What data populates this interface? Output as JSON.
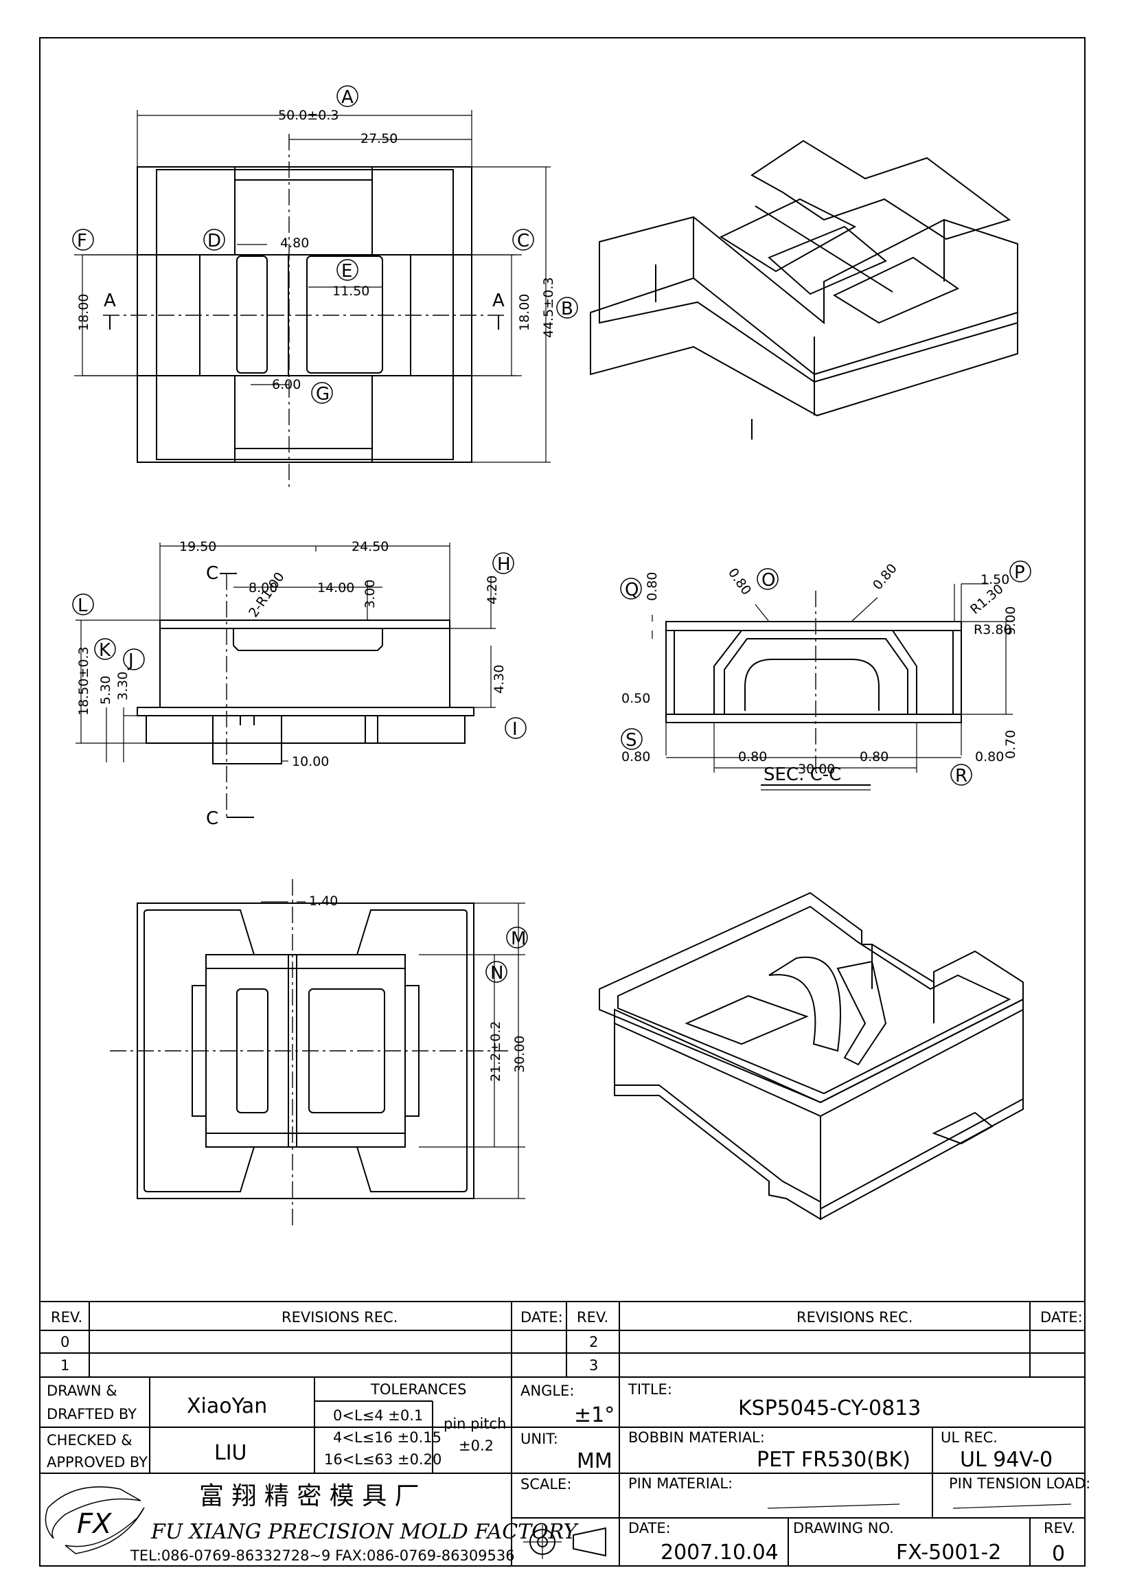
{
  "top_view": {
    "dims": {
      "width": "50.0±0.3",
      "half_offset": "27.50",
      "slot_w": "4.80",
      "center_w": "11.50",
      "left_gap": "6.00",
      "height_left": "18.00",
      "height_right": "18.00",
      "overall_h": "44.5±0.3"
    },
    "section_marks": {
      "left": "A",
      "right": "A"
    },
    "callouts": {
      "a": "A",
      "b": "B",
      "c": "C",
      "d": "D",
      "e": "E",
      "f": "F",
      "g": "G"
    }
  },
  "side_view": {
    "dims": {
      "left_w": "19.50",
      "right_w": "24.50",
      "d800": "8.00",
      "r100": "2-R1.00",
      "d1400": "14.00",
      "d300": "3.00",
      "d420": "4.20",
      "d430": "4.30",
      "height": "18.50±0.3",
      "d530": "5.30",
      "d330": "3.30",
      "d1000": "10.00"
    },
    "section_marks": {
      "top": "C",
      "bottom": "C"
    },
    "callouts": {
      "h": "H",
      "i": "I",
      "j": "J",
      "k": "K",
      "l": "L"
    }
  },
  "section_view": {
    "title": "SEC. C-C",
    "dims": {
      "q080": "0.80",
      "o080": "0.80",
      "r080": "0.80",
      "p150": "1.50",
      "r130": "R1.30",
      "r380": "R3.80",
      "d900": "9.00",
      "d050": "0.50",
      "s080": "0.80",
      "b080a": "0.80",
      "width30": "30.00",
      "b080b": "0.80",
      "b080c": "0.80",
      "d070": "0.70"
    },
    "callouts": {
      "o": "O",
      "p": "P",
      "q": "Q",
      "r": "R",
      "s": "S"
    }
  },
  "bottom_view": {
    "dims": {
      "d140": "1.40",
      "d212": "21.2±0.2",
      "d3000": "30.00"
    },
    "callouts": {
      "m": "M",
      "n": "N"
    }
  },
  "title_block": {
    "rev_header": "REV.",
    "revisions_header": "REVISIONS   REC.",
    "date_header": "DATE:",
    "rev_rows": [
      "0",
      "1"
    ],
    "rev_rows_right": [
      "2",
      "3"
    ],
    "drawn_label_1": "DRAWN &",
    "drawn_label_2": "DRAFTED BY",
    "drawn_value": "XiaoYan",
    "checked_label_1": "CHECKED &",
    "checked_label_2": "APPROVED BY",
    "checked_value": "LIU",
    "tolerances_label": "TOLERANCES",
    "tol_rows": [
      "0<L≤4    ±0.1",
      "4<L≤16  ±0.15",
      "16<L≤63  ±0.20"
    ],
    "pin_pitch_label": "pin pitch",
    "pin_pitch_value": "±0.2",
    "angle_label": "ANGLE:",
    "angle_value": "±1°",
    "unit_label": "UNIT:",
    "unit_value": "MM",
    "scale_label": "SCALE:",
    "title_label": "TITLE:",
    "title_value": "KSP5045-CY-0813",
    "bobbin_label": "BOBBIN MATERIAL:",
    "bobbin_value": "PET FR530(BK)",
    "ul_label": "UL REC.",
    "ul_value": "UL 94V-0",
    "pin_material_label": "PIN MATERIAL:",
    "pin_tension_label": "PIN TENSION LOAD:",
    "date_label": "DATE:",
    "date_value": "2007.10.04",
    "drawing_no_label": "DRAWING NO.",
    "drawing_no_value": "FX-5001-2",
    "rev_label": "REV.",
    "rev_value": "0",
    "company_cn": "富 翔 精 密 模 具 厂",
    "company_en": "FU XIANG PRECISION MOLD FACTORY",
    "contact": "TEL:086-0769-86332728~9  FAX:086-0769-86309536",
    "logo_text": "FX"
  }
}
